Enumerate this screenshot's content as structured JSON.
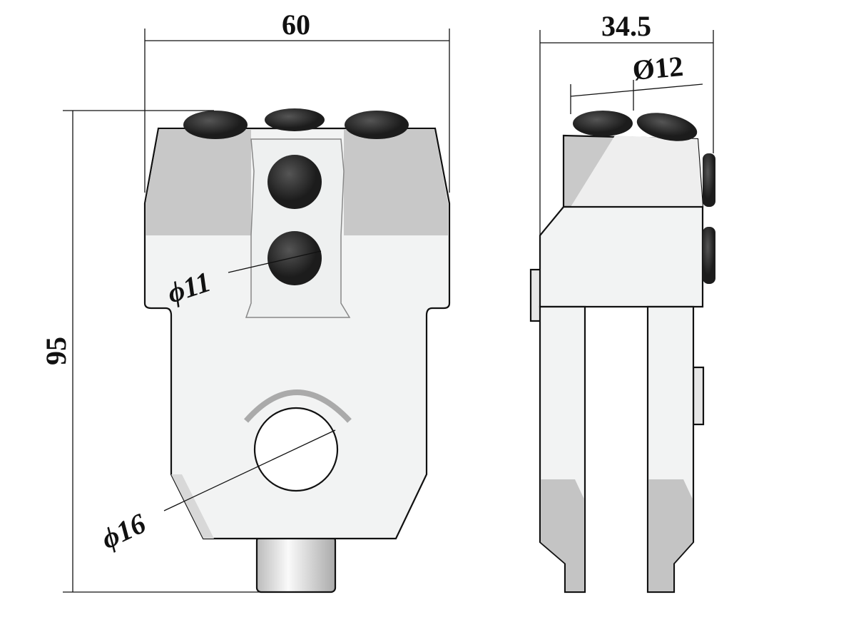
{
  "drawing": {
    "front_view": {
      "width_label": "60",
      "height_label": "95",
      "small_hole_label": "ϕ11",
      "large_hole_label": "ϕ16"
    },
    "side_view": {
      "depth_label": "34.5",
      "button_diameter_label": "Ø12"
    },
    "colors": {
      "body": "#f2f3f3",
      "shade": "#c9c9c9",
      "button": "#2b2b2b"
    }
  }
}
